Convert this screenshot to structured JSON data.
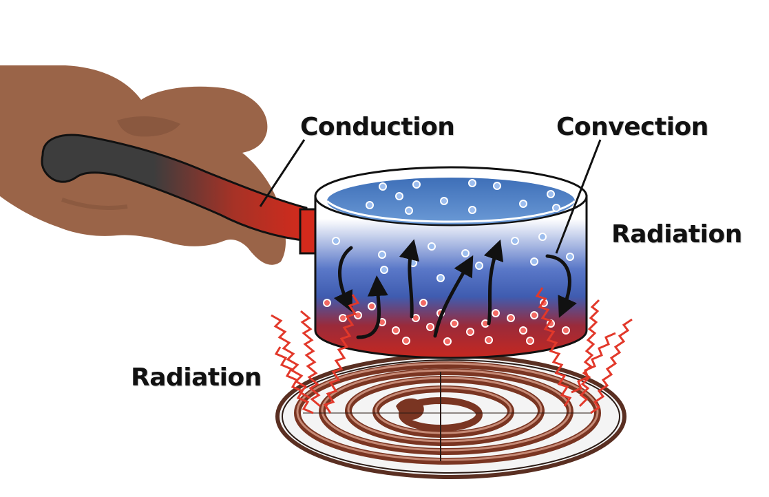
{
  "labels": {
    "conduction": "Conduction",
    "convection": "Convection",
    "radiation_right": "Radiation",
    "radiation_left": "Radiation"
  },
  "colors": {
    "hand": "#9a6448",
    "handle_dark": "#3d3d3d",
    "handle_hot": "#d42a1c",
    "water_surface": "#4f7fc4",
    "pot_cool": "#3f64b8",
    "pot_hot": "#c42a22",
    "coil": "#7a3522",
    "heat_wave": "#e2382a",
    "arrow": "#111111",
    "bubble_cool": "#8fb4ea",
    "bubble_hot": "#f26a64"
  },
  "icons": {
    "hand": "hand-icon",
    "pot": "saucepan-icon",
    "burner": "stove-coil-icon"
  }
}
